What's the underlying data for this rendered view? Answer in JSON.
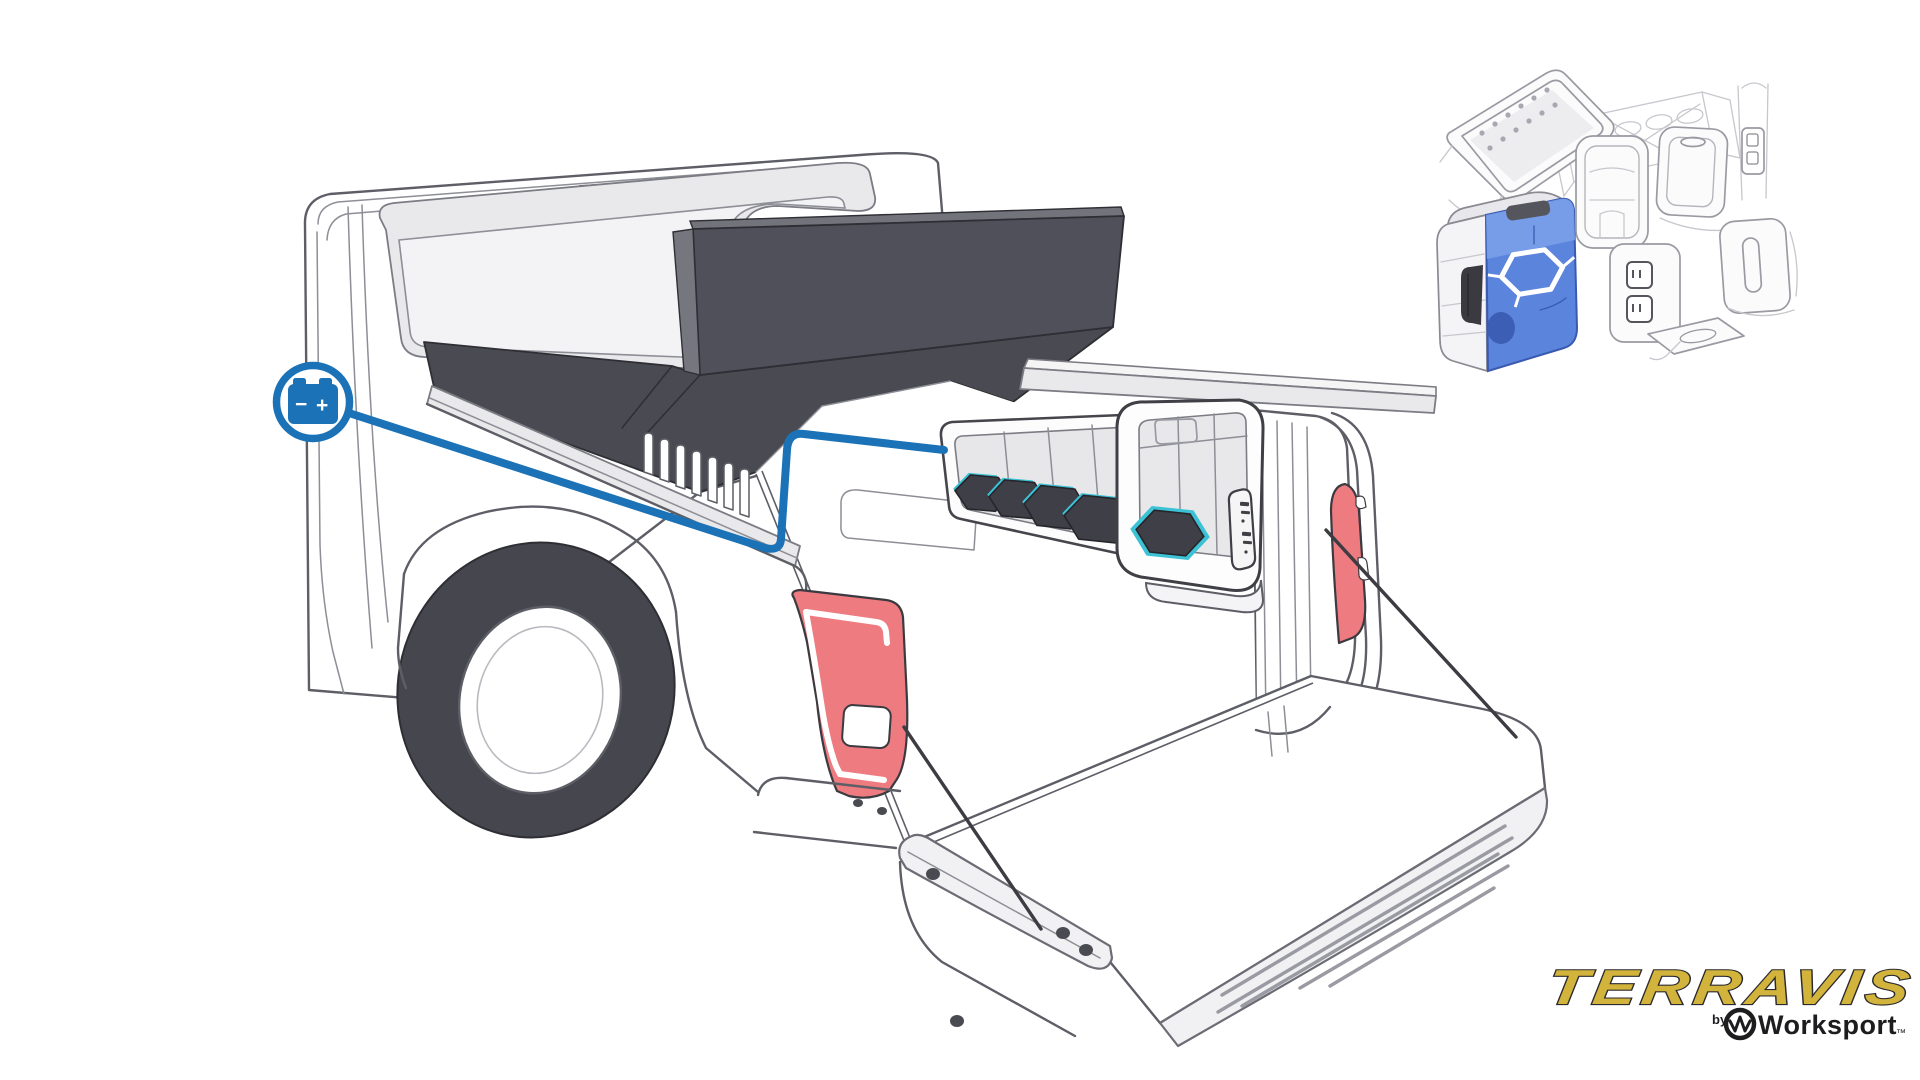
{
  "logo": {
    "product": "TERRAVIS",
    "by_label": "by",
    "brand": "Worksport",
    "trademark": "™"
  },
  "battery_icon": {
    "minus": "−",
    "plus": "+"
  },
  "icons": {
    "battery": "battery-icon",
    "worksport_mark": "worksport-logo-icon",
    "usb_ports": "usb-ports-icon"
  },
  "colors": {
    "accent_blue": "#1b72b6",
    "wire_blue": "#1b72b6",
    "tonneau_dark": "#4a4a52",
    "tonneau_edge": "#2e2e34",
    "tail_light_red": "#ee7b80",
    "cell_dark": "#3f3f47",
    "cell_teal": "#3bc3d5",
    "body_line": "#5d5e66",
    "trim_light": "#e9e9eb",
    "glass": "#f3f3f5",
    "sketch_blue": "#5b84dd",
    "sketch_blue_dark": "#3a5ab0",
    "sketch_blue_light": "#7ea1ea",
    "gold": "#d2b33c",
    "ink": "#1d1d1f",
    "leader_line": "#3c3c42"
  }
}
